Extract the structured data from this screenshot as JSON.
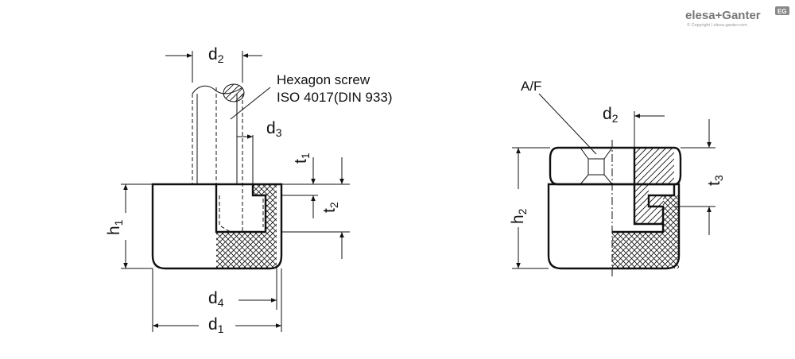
{
  "logo": {
    "brand": "elesa+Ganter",
    "badge": "EG",
    "copyright": "© Copyright | elesa-ganter.com"
  },
  "callouts": {
    "screw_line1": "Hexagon screw",
    "screw_line2": "ISO 4017(DIN 933)",
    "af": "A/F"
  },
  "dimensions": {
    "left": {
      "d2": {
        "base": "d",
        "sub": "2"
      },
      "d3": {
        "base": "d",
        "sub": "3"
      },
      "t1": {
        "base": "t",
        "sub": "1"
      },
      "t2": {
        "base": "t",
        "sub": "2"
      },
      "h1": {
        "base": "h",
        "sub": "1"
      },
      "d4": {
        "base": "d",
        "sub": "4"
      },
      "d1": {
        "base": "d",
        "sub": "1"
      }
    },
    "right": {
      "d2": {
        "base": "d",
        "sub": "2"
      },
      "h2": {
        "base": "h",
        "sub": "2"
      },
      "t3": {
        "base": "t",
        "sub": "3"
      }
    }
  }
}
